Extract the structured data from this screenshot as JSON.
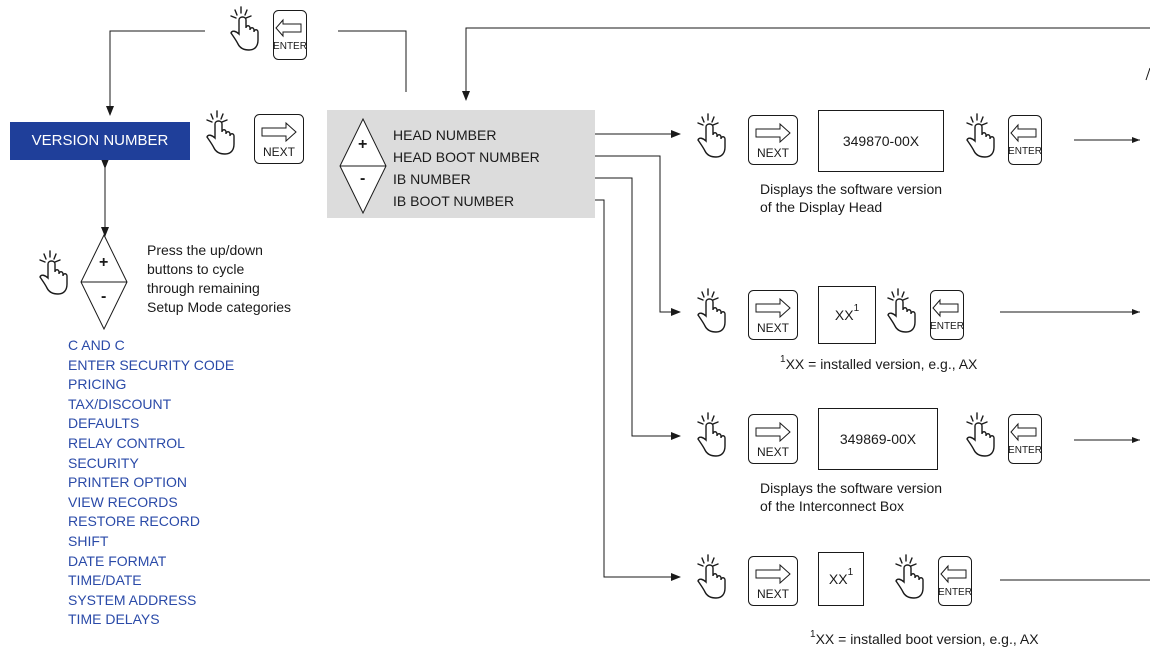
{
  "version_number": "VERSION NUMBER",
  "keys": {
    "enter": "ENTER",
    "next": "NEXT",
    "plus": "+",
    "minus": "-"
  },
  "menu_items": [
    "HEAD NUMBER",
    "HEAD BOOT NUMBER",
    "IB NUMBER",
    "IB BOOT NUMBER"
  ],
  "cycle_note": [
    "Press the up/down",
    "buttons to cycle",
    "through remaining",
    "Setup Mode categories"
  ],
  "categories": [
    "C AND C",
    "ENTER SECURITY CODE",
    "PRICING",
    "TAX/DISCOUNT",
    "DEFAULTS",
    "RELAY CONTROL",
    "SECURITY",
    "PRINTER OPTION",
    "VIEW RECORDS",
    "RESTORE RECORD",
    "SHIFT",
    "DATE FORMAT",
    "TIME/DATE",
    "SYSTEM ADDRESS",
    "TIME DELAYS"
  ],
  "rows": [
    {
      "display": "349870-00X",
      "display_sup": "",
      "note_lines": [
        "Displays the software version",
        "of the Display Head"
      ],
      "footnote_sup": "",
      "footnote_text": ""
    },
    {
      "display": "XX",
      "display_sup": "1",
      "note_lines": [],
      "footnote_sup": "1",
      "footnote_text": "XX = installed version, e.g., AX"
    },
    {
      "display": "349869-00X",
      "display_sup": "",
      "note_lines": [
        "Displays the software version",
        "of the Interconnect Box"
      ],
      "footnote_sup": "",
      "footnote_text": ""
    },
    {
      "display": "XX",
      "display_sup": "1",
      "note_lines": [],
      "footnote_sup": "1",
      "footnote_text": "XX = installed boot version, e.g., AX"
    }
  ],
  "colors": {
    "version_box": "#1f3f9a",
    "category_text": "#2a4aa8",
    "menu_panel": "#dcdcdc"
  },
  "icon_names": [
    "hand-press-icon",
    "enter-key-icon",
    "next-key-icon",
    "plus-minus-diamond-icon",
    "arrow-icon"
  ]
}
